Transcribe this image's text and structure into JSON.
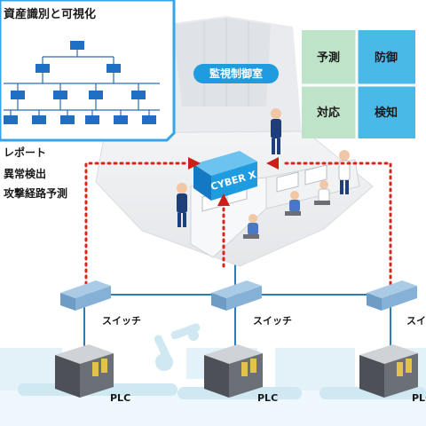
{
  "panel": {
    "title": "資産識別と可視化"
  },
  "features": [
    "レポート",
    "異常検出",
    "攻撃経路予測"
  ],
  "control_room": {
    "sign": "監視制御室",
    "box_label": "CYBER X"
  },
  "quadrants": [
    {
      "label": "予測",
      "color": "#bfe3c8"
    },
    {
      "label": "防御",
      "color": "#49b9e8"
    },
    {
      "label": "対応",
      "color": "#bfe3c8"
    },
    {
      "label": "検知",
      "color": "#49b9e8"
    }
  ],
  "switches": [
    {
      "label": "スイッチ"
    },
    {
      "label": "スイッチ"
    },
    {
      "label": "スイッチ"
    }
  ],
  "plcs": [
    {
      "label": "PLC"
    },
    {
      "label": "PLC"
    },
    {
      "label": "PLC"
    }
  ],
  "colors": {
    "accent": "#1f9be0",
    "cyan_line": "#36a4e8",
    "network_line": "#2b7bb5",
    "dotted": "#d6261d",
    "arrow": "#cc1f1a"
  }
}
